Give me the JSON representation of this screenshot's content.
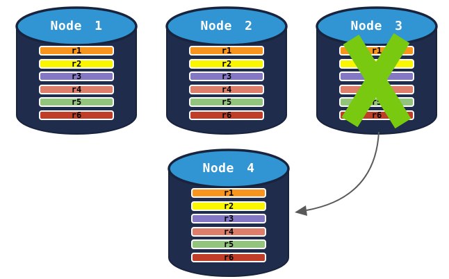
{
  "diagram": {
    "nodes": [
      {
        "id": "node-1",
        "label": "Node 1",
        "failed": false,
        "rows": [
          "r1",
          "r2",
          "r3",
          "r4",
          "r5",
          "r6"
        ]
      },
      {
        "id": "node-2",
        "label": "Node 2",
        "failed": false,
        "rows": [
          "r1",
          "r2",
          "r3",
          "r4",
          "r5",
          "r6"
        ]
      },
      {
        "id": "node-3",
        "label": "Node 3",
        "failed": true,
        "rows": [
          "r1",
          "r2",
          "r3",
          "r4",
          "r5",
          "r6"
        ]
      },
      {
        "id": "node-4",
        "label": "Node 4",
        "failed": false,
        "rows": [
          "r1",
          "r2",
          "r3",
          "r4",
          "r5",
          "r6"
        ]
      }
    ],
    "arrow": {
      "from": "Node 3",
      "to": "Node 4"
    },
    "row_colors": {
      "r1": "#F7941D",
      "r2": "#FAF600",
      "r3": "#8478C4",
      "r4": "#DD7E6B",
      "r5": "#93C47D",
      "r6": "#C03E28"
    },
    "colors": {
      "background": "#FFFFFF",
      "cylinder_body": "#202C4B",
      "cylinder_outline": "#18233E",
      "cylinder_top": "#3095D2",
      "failure_x": "#78C90F",
      "arrow": "#595959",
      "title_text": "#FFFFFF",
      "row_text": "#000000",
      "row_border": "#FFFFFF"
    }
  }
}
